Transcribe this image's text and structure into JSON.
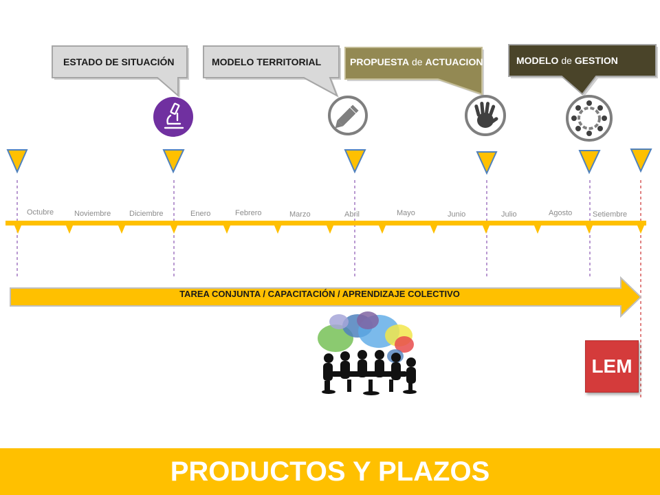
{
  "callouts": [
    {
      "part1": "ESTADO DE SITUACIÓN",
      "part2": ""
    },
    {
      "part1": "MODELO TERRITORIAL",
      "part2": ""
    },
    {
      "part1": "PROPUESTA",
      "part2": " de ",
      "part3": "ACTUACION"
    },
    {
      "part1": "MODELO",
      "part2": " de ",
      "part3": "GESTION"
    }
  ],
  "icons": [
    "microscope-icon",
    "pencil-icon",
    "hand-icon",
    "people-circle-icon"
  ],
  "months": [
    "Octubre",
    "Noviembre",
    "Diciembre",
    "Enero",
    "Febrero",
    "Marzo",
    "Abril",
    "Mayo",
    "Junio",
    "Julio",
    "Agosto",
    "Setiembre"
  ],
  "arrow_label": "TAREA CONJUNTA / CAPACITACIÓN / APRENDIZAJE COLECTIVO",
  "lem_label": "LEM",
  "footer_title": "PRODUCTOS Y PLAZOS",
  "colors": {
    "accent_yellow": "#ffc000",
    "callout_grey": "#a6a6a6",
    "callout_olive": "#938953",
    "callout_dark": "#4a4429",
    "icon_purple": "#7030a0",
    "lem_red": "#d43b3b"
  }
}
